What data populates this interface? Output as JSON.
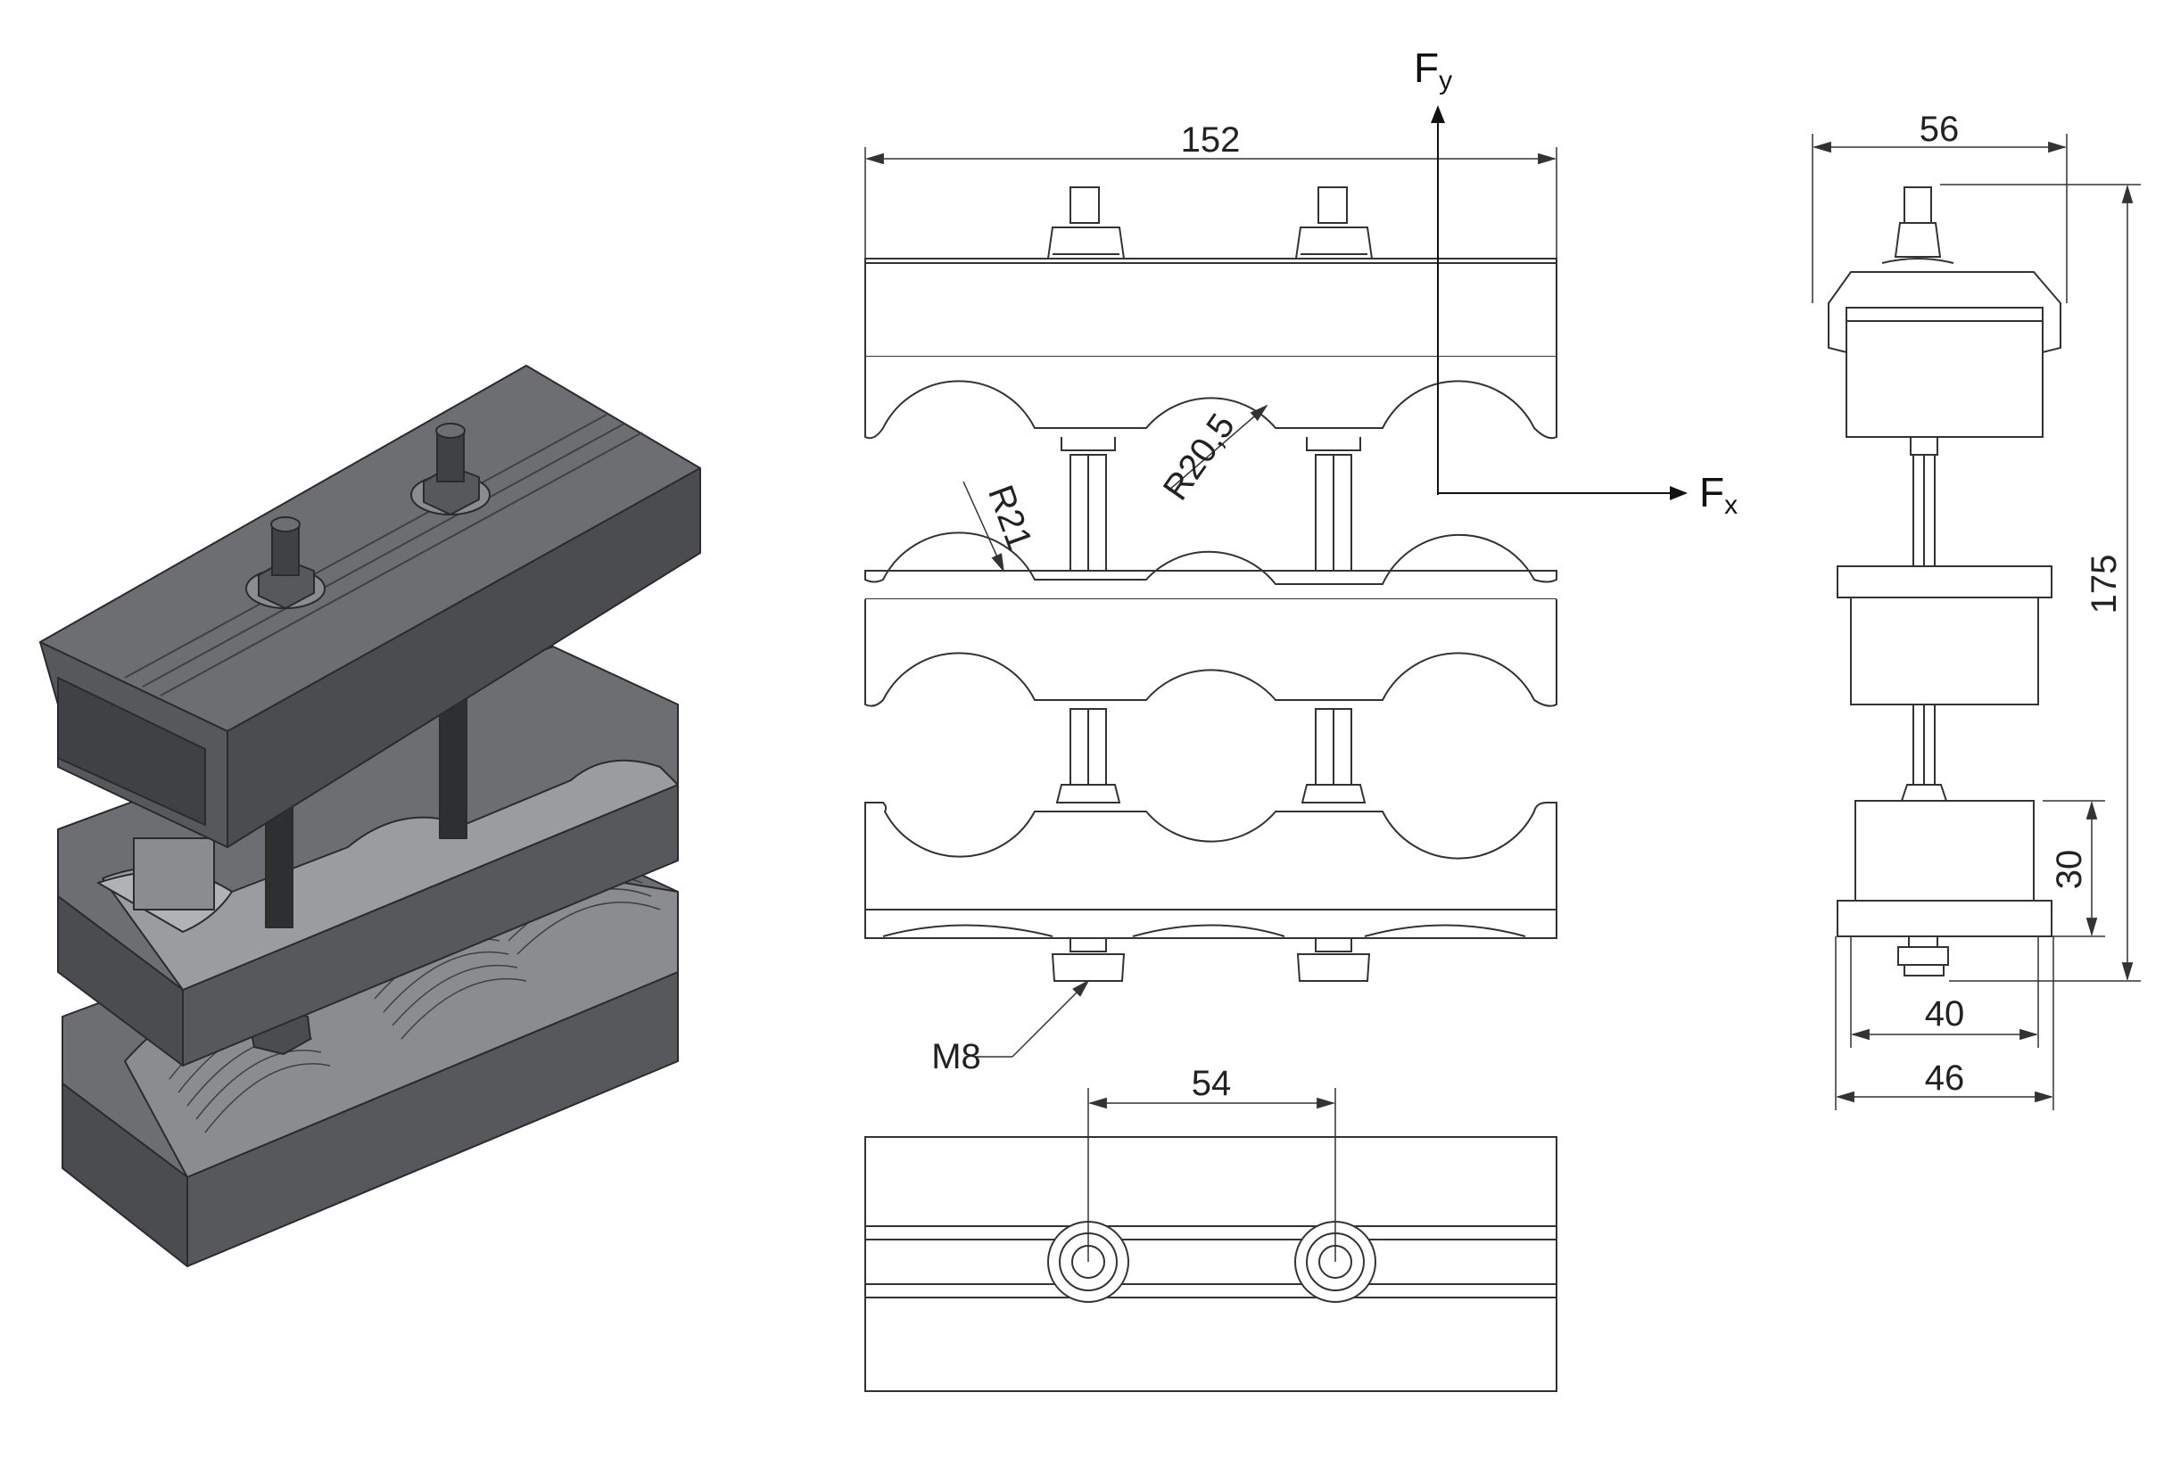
{
  "dimensions": {
    "overall_length": "152",
    "bolt_spacing": "54",
    "depth": "56",
    "overall_height": "175",
    "base_height": "30",
    "base_inner_width": "40",
    "base_outer_width": "46",
    "radius_middle": "R20,5",
    "radius_side": "R21",
    "bolt_size": "M8"
  },
  "forces": {
    "fy_main": "F",
    "fy_sub": "y",
    "fx_main": "F",
    "fx_sub": "x"
  },
  "colors": {
    "line": "#333333",
    "body_dark": "#56585c",
    "body_mid": "#6c6e72",
    "body_light": "#8a8c90",
    "body_shade": "#3f4144",
    "background": "#ffffff"
  }
}
